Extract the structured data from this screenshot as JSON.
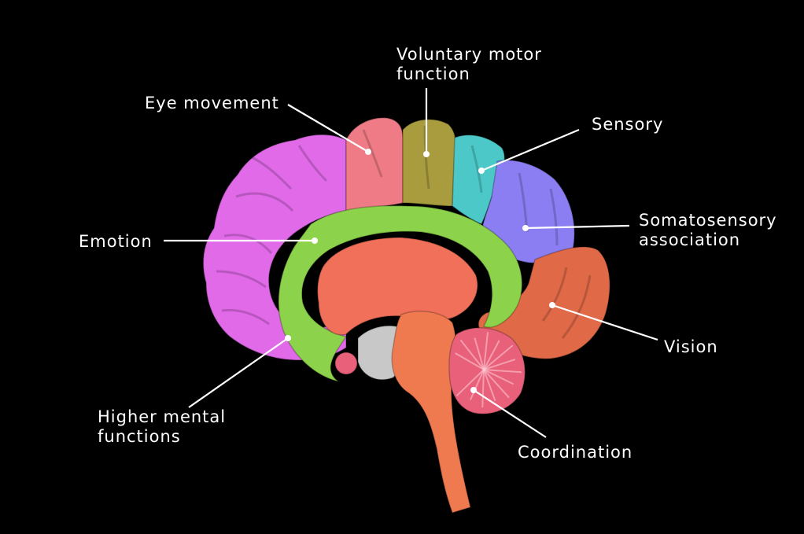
{
  "labels": {
    "voluntary_motor": [
      "Voluntary motor",
      "function"
    ],
    "eye_movement": [
      "Eye movement"
    ],
    "sensory": [
      "Sensory"
    ],
    "somatosensory": [
      "Somatosensory",
      "association"
    ],
    "emotion": [
      "Emotion"
    ],
    "vision": [
      "Vision"
    ],
    "higher_mental": [
      "Higher mental",
      "functions"
    ],
    "coordination": [
      "Coordination"
    ]
  },
  "colors": {
    "background": "#000000",
    "text": "#ffffff",
    "leader_line": "#ffffff",
    "higher_mental_functions": "#e06ae8",
    "eye_movement": "#ef7b86",
    "voluntary_motor_function": "#a89c3e",
    "sensory": "#4cc8c8",
    "somatosensory_association": "#8a7ef2",
    "vision": "#e06a48",
    "emotion": "#8cd24a",
    "coordination": "#e8607a",
    "brainstem": "#f07a50",
    "thalamus": "#f0705a",
    "ventricle": "#c8c8c8"
  }
}
